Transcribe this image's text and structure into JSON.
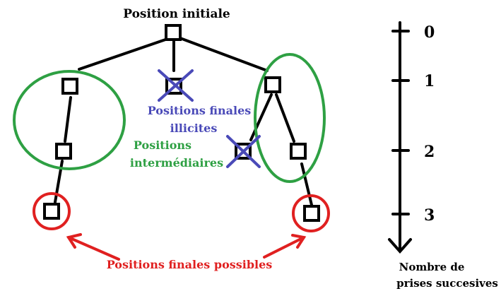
{
  "title": "Position initiale",
  "labels": {
    "illegal": [
      "Positions finales",
      "illicites"
    ],
    "intermediate": [
      "Positions",
      "intermédiaires"
    ],
    "possible": "Positions finales possibles"
  },
  "axis": {
    "ticks": [
      "0",
      "1",
      "2",
      "3"
    ],
    "caption": [
      "Nombre de",
      "prises succesives"
    ]
  },
  "colors": {
    "ink": "#000000",
    "illegal": "#4a4ab8",
    "intermediate": "#2ea043",
    "possible": "#e02020"
  }
}
